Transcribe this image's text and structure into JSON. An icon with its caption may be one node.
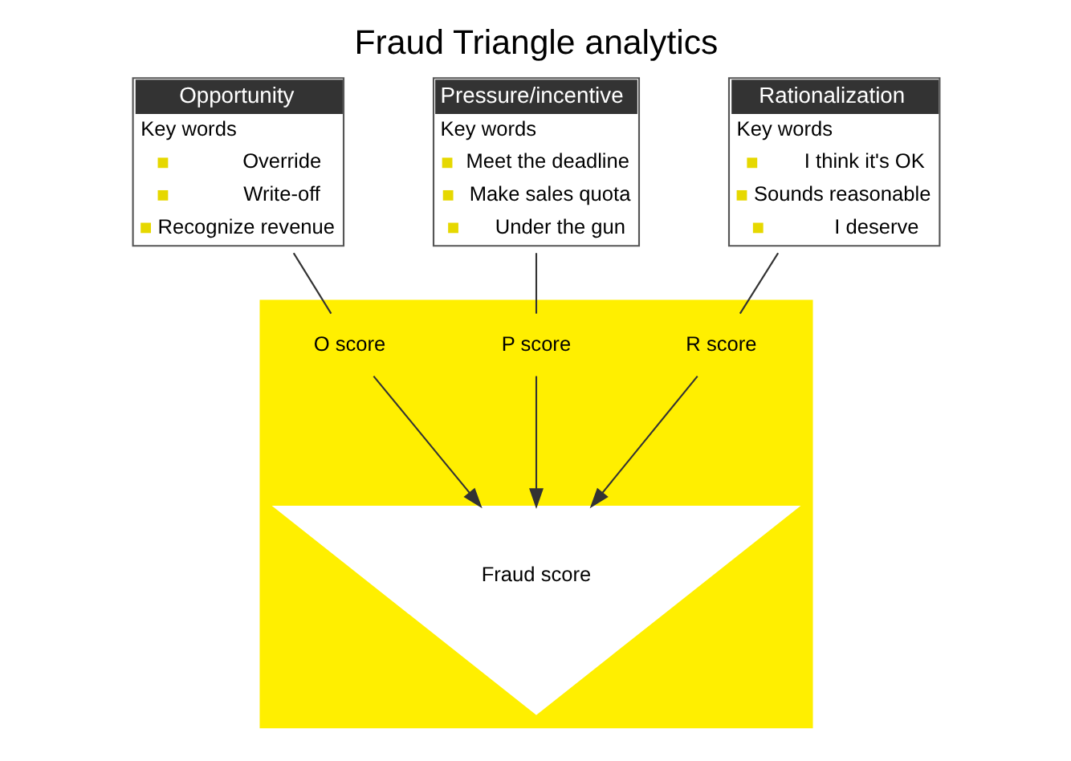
{
  "diagram": {
    "title": "Fraud Triangle analytics",
    "nodes": [
      {
        "text": [],
        "shape": "triangle"
      },
      {
        "text": [
          "O score"
        ],
        "in": 0
      },
      {
        "text": [
          "Opportunity",
          "Key words",
          "Override",
          "Write-off",
          "Recognize revenue"
        ]
      },
      {
        "text": [
          "Fraud score"
        ],
        "in": 0
      },
      {
        "text": [
          "Pressure/incentive",
          "Key words",
          "Meet the deadline",
          "Make sales quota",
          "Under the gun"
        ]
      },
      {
        "text": [
          "Rationalization",
          "Key words",
          "I think it's OK",
          "Sounds reasonable",
          "I deserve"
        ]
      },
      {
        "text": [
          "P score"
        ],
        "in": 0
      },
      {
        "text": [
          "R score"
        ],
        "in": 0
      }
    ],
    "edges": [
      {
        "from": 2,
        "to": 1,
        "arrow": "none"
      },
      {
        "from": 1,
        "to": 3,
        "arrow": "to"
      },
      {
        "from": 4,
        "to": 6,
        "arrow": "none"
      },
      {
        "from": 6,
        "to": 3,
        "arrow": "to"
      },
      {
        "from": 5,
        "to": 7,
        "arrow": "none"
      },
      {
        "from": 7,
        "to": 3,
        "arrow": "to"
      }
    ]
  }
}
